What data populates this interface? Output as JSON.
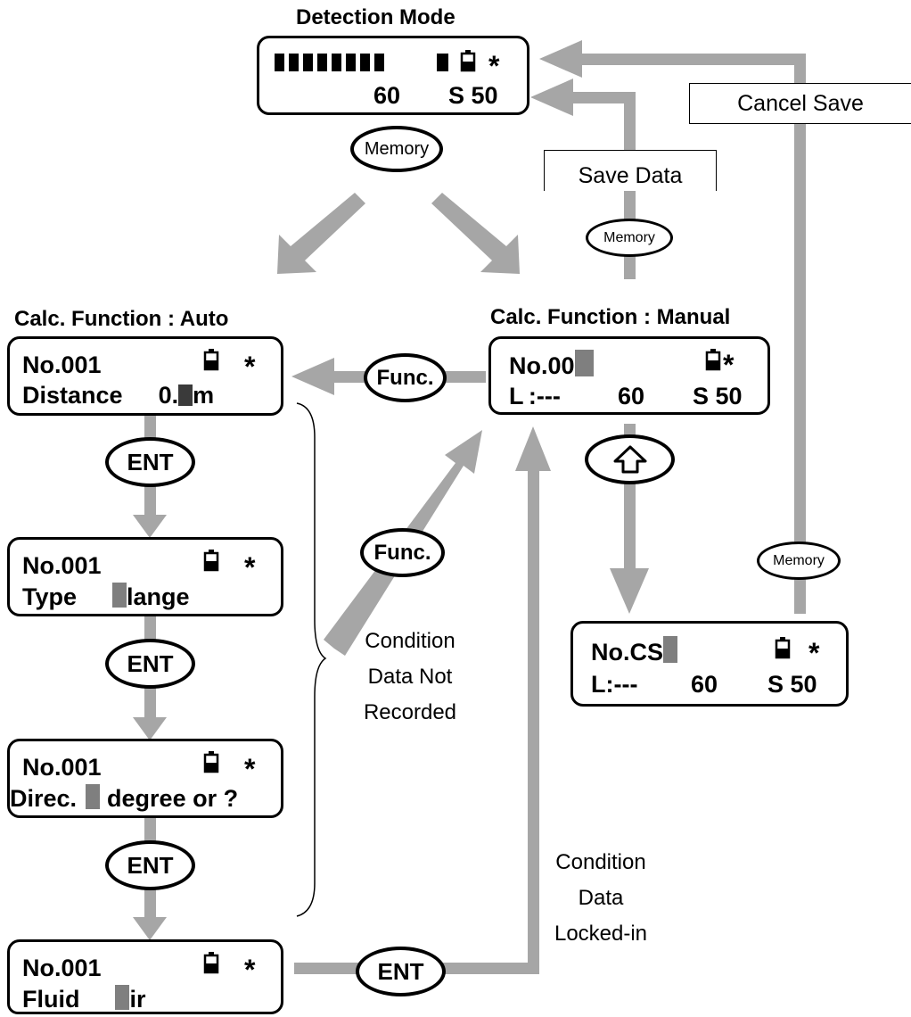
{
  "detection": {
    "title": "Detection Mode",
    "value": "60",
    "speed": "S 50",
    "star": "*"
  },
  "auto_title": "Calc. Function : Auto",
  "manual_title": "Calc. Function : Manual",
  "auto_screens": [
    {
      "line1": "No.001",
      "line2_pre": "Distance",
      "line2_mid": "0.",
      "line2_post": "m",
      "star": "*"
    },
    {
      "line1": "No.001",
      "line2_pre": "Type",
      "line2_post": "lange",
      "star": "*"
    },
    {
      "line1": "No.001",
      "line2_pre": "Direc.",
      "line2_post": "degree or ?",
      "star": "*"
    },
    {
      "line1": "No.001",
      "line2_pre": "Fluid",
      "line2_post": "ir",
      "star": "*"
    }
  ],
  "manual_screen": {
    "line1": "No.00",
    "l": "L :---",
    "value": "60",
    "speed": "S 50",
    "star": "*"
  },
  "cs_screen": {
    "line1": "No.CS",
    "l": "L:---",
    "value": "60",
    "speed": "S 50",
    "star": "*"
  },
  "keys": {
    "memory": "Memory",
    "func": "Func.",
    "ent": "ENT",
    "up_icon": "up-arrow-key-icon"
  },
  "labels": {
    "save_data": "Save Data",
    "cancel_save": "Cancel Save"
  },
  "notes": {
    "not_recorded": [
      "Condition",
      "Data Not",
      "Recorded"
    ],
    "locked_in": [
      "Condition",
      "Data",
      "Locked-in"
    ]
  },
  "colors": {
    "arrow": "#a6a6a6",
    "cursor": "#7f7f7f"
  }
}
